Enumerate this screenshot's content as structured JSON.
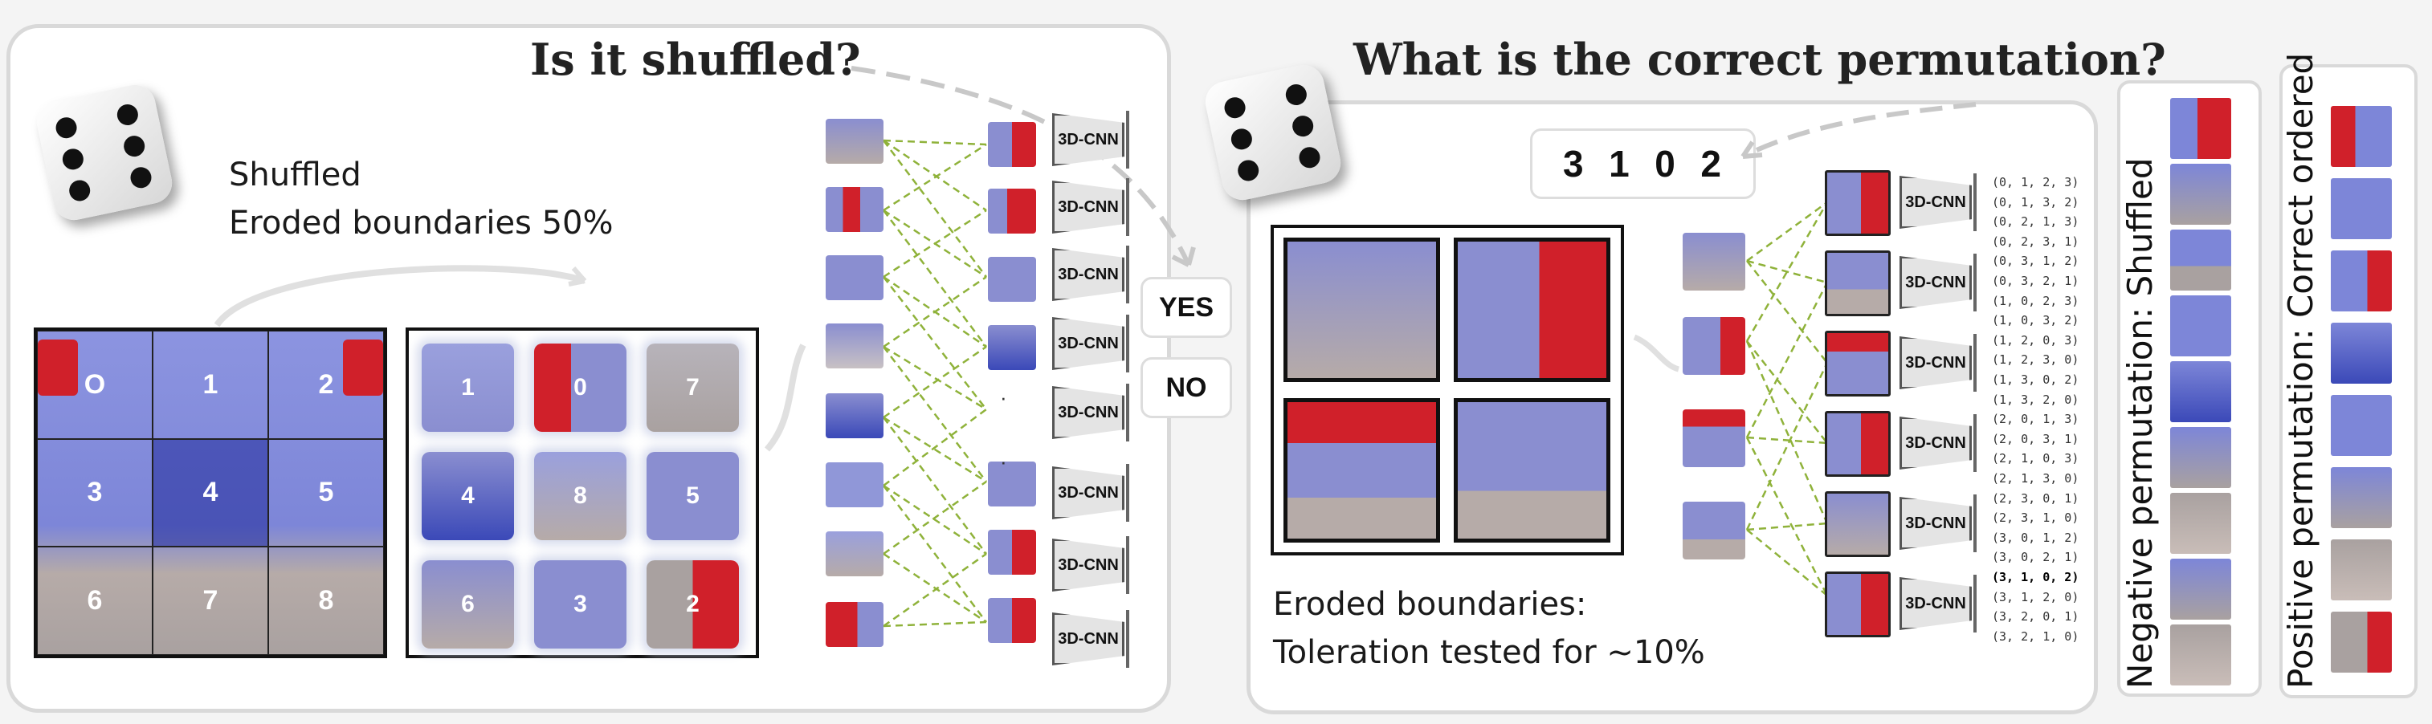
{
  "left": {
    "title": "Is it shuffled?",
    "status_line1": "Shuffled",
    "status_line2": "Eroded boundaries  50%",
    "grid_numbers": [
      "O",
      "1",
      "2",
      "3",
      "4",
      "5",
      "6",
      "7",
      "8"
    ],
    "shuffled_numbers": [
      "1",
      "0",
      "7",
      "4",
      "8",
      "5",
      "6",
      "3",
      "2"
    ],
    "cnn_label": "3D-CNN",
    "yes_label": "YES",
    "no_label": "NO"
  },
  "middle": {
    "title": "What is the correct permutation?",
    "answer_digits": "3  1  0  2",
    "eroded_line1": "Eroded boundaries:",
    "eroded_line2": "Toleration  tested for  ~10%",
    "cnn_label": "3D-CNN",
    "permutations": [
      "(0, 1, 2, 3)",
      "(0, 1, 3, 2)",
      "(0, 2, 1, 3)",
      "(0, 2, 3, 1)",
      "(0, 3, 1, 2)",
      "(0, 3, 2, 1)",
      "(1, 0, 2, 3)",
      "(1, 0, 3, 2)",
      "(1, 2, 0, 3)",
      "(1, 2, 3, 0)",
      "(1, 3, 0, 2)",
      "(1, 3, 2, 0)",
      "(2, 0, 1, 3)",
      "(2, 0, 3, 1)",
      "(2, 1, 0, 3)",
      "(2, 1, 3, 0)",
      "(2, 3, 0, 1)",
      "(2, 3, 1, 0)",
      "(3, 0, 1, 2)",
      "(3, 0, 2, 1)",
      "(3, 1, 0, 2)",
      "(3, 1, 2, 0)",
      "(3, 2, 0, 1)",
      "(3, 2, 1, 0)"
    ]
  },
  "right": {
    "negative_label": "Negative permutation: Shuffled",
    "positive_label": "Positive permutation: Correct ordered"
  },
  "colors": {
    "sky": "#7d86d8",
    "floor": "#a9a1a0",
    "red_plate": "#d0202a",
    "arrow_green": "#8fb23a"
  }
}
